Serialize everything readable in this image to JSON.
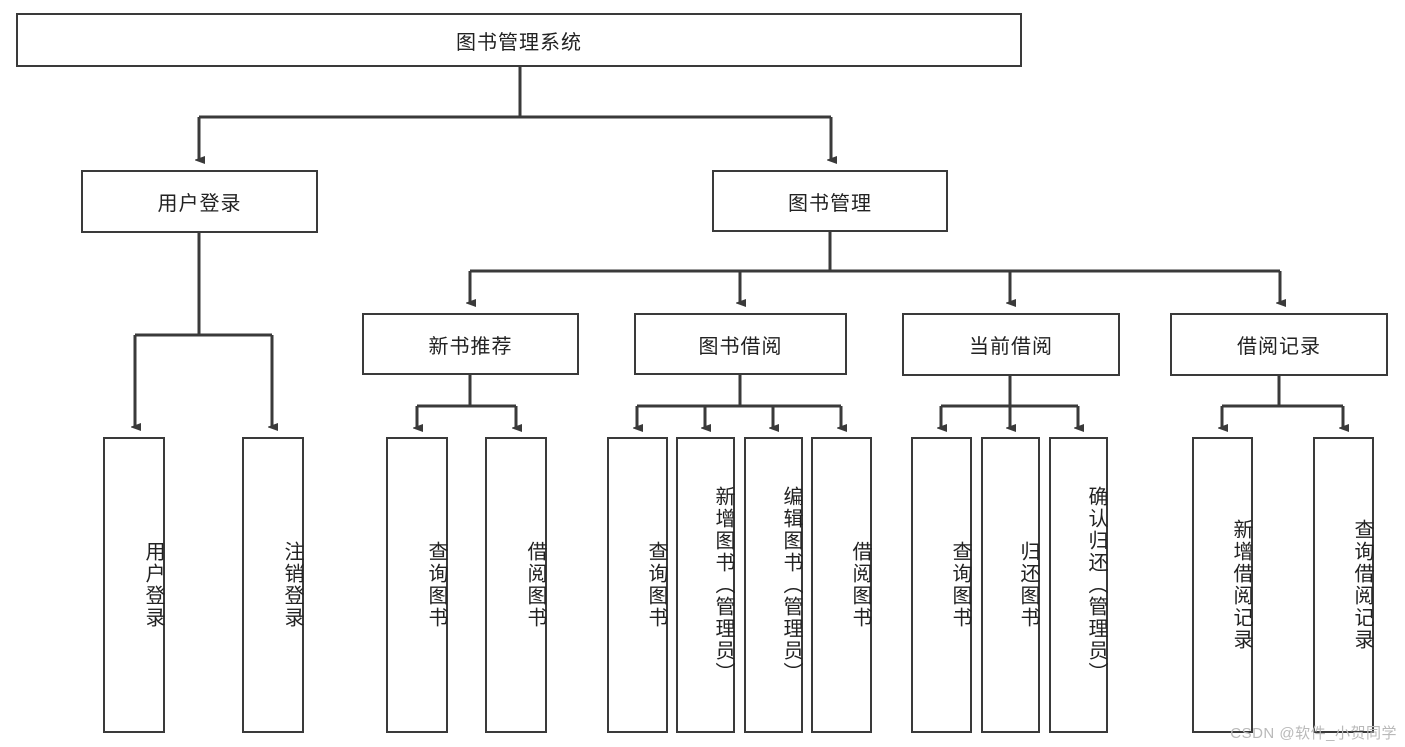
{
  "diagram": {
    "title": "图书管理系统",
    "type": "tree-hierarchy",
    "root": {
      "label": "图书管理系统"
    },
    "level1": [
      {
        "label": "用户登录"
      },
      {
        "label": "图书管理"
      }
    ],
    "level2": [
      {
        "label": "新书推荐"
      },
      {
        "label": "图书借阅"
      },
      {
        "label": "当前借阅"
      },
      {
        "label": "借阅记录"
      }
    ],
    "leaves": {
      "user_login": [
        {
          "label": "用户登录"
        },
        {
          "label": "注销登录"
        }
      ],
      "new_book_recommend": [
        {
          "label": "查询图书"
        },
        {
          "label": "借阅图书"
        }
      ],
      "book_borrow": [
        {
          "label": "查询图书"
        },
        {
          "label": "新增图书（管理员）"
        },
        {
          "label": "编辑图书（管理员）"
        },
        {
          "label": "借阅图书"
        }
      ],
      "current_borrow": [
        {
          "label": "查询图书"
        },
        {
          "label": "归还图书"
        },
        {
          "label": "确认归还（管理员）"
        }
      ],
      "borrow_record": [
        {
          "label": "新增借阅记录"
        },
        {
          "label": "查询借阅记录"
        }
      ]
    }
  },
  "watermark": {
    "text": "CSDN @软件_小贺同学"
  },
  "colors": {
    "stroke": "#3a3a3a",
    "background": "#ffffff",
    "text": "#222222",
    "watermark": "#b9b9b9"
  }
}
